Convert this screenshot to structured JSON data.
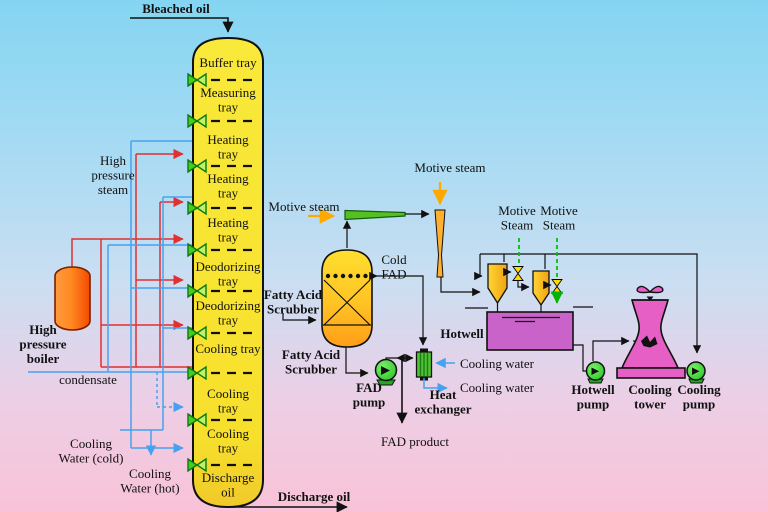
{
  "diagram": {
    "feed_label": "Bleached oil",
    "column": {
      "trays": [
        "Buffer tray",
        "Measuring\ntray",
        "Heating\ntray",
        "Heating\ntray",
        "Heating\ntray",
        "Deodorizing\ntray",
        "Deodorizing\ntray",
        "Cooling tray",
        "Cooling\ntray",
        "Cooling\ntray",
        "Discharge\noil"
      ],
      "discharge_label": "Discharge oil"
    },
    "left": {
      "high_pressure_steam": "High\npressure\nsteam",
      "boiler_label": "High\npressure\nboiler",
      "condensate_label": "condensate",
      "cooling_water_cold": "Cooling\nWater (cold)",
      "cooling_water_hot": "Cooling\nWater (hot)"
    },
    "middle": {
      "motive_steam_mid": "Motive steam",
      "motive_steam_right": "Motive steam",
      "cold_fad": "Cold\nFAD",
      "scrubber_label_top": "Fatty Acid\nScrubber",
      "scrubber_label_bottom": "Fatty Acid\nScrubber",
      "fad_pump_label": "FAD\npump",
      "heat_exchanger_label": "Heat\nexchanger",
      "cooling_water_in": "Cooling water",
      "cooling_water_out": "Cooling water",
      "fad_product_label": "FAD product"
    },
    "right": {
      "motive_steam_1": "Motive\nSteam",
      "motive_steam_2": "Motive\nSteam",
      "hotwell_label": "Hotwell",
      "hotwell_pump_label": "Hotwell\npump",
      "cooling_tower_label": "Cooling\ntower",
      "cooling_pump_label": "Cooling\npump"
    },
    "colors": {
      "column_fill": "#f8e52e",
      "steam_pipe": "#e03030",
      "water_pipe": "#46a2ee",
      "motive_steam": "#ffa800",
      "steam_dashed": "#00c400",
      "hotwell_fill": "#c963c9",
      "tower_fill": "#e55fc5",
      "pump_fill": "#35d435",
      "boiler_fill": "#ff7318",
      "valve_green": "#47cc22"
    }
  }
}
